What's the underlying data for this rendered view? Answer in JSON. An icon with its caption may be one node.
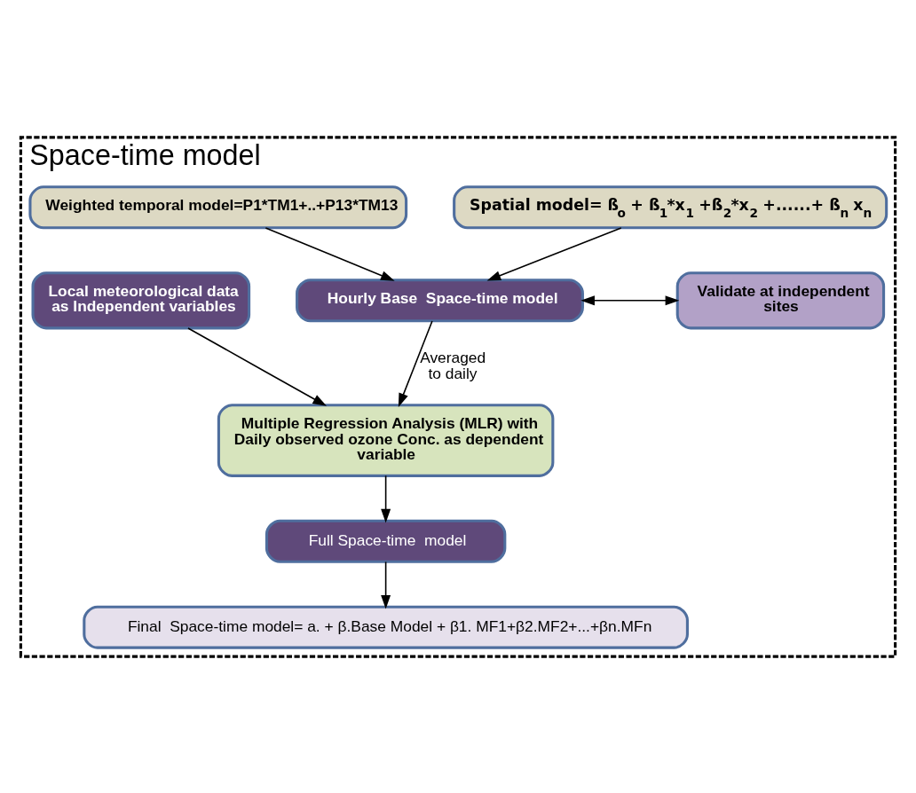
{
  "diagram": {
    "nodes": [
      {
        "text": [
          "Space-time model"
        ]
      },
      {
        "text": [
          "Spatial model= ß$_{o}$ + ß$_{1}$*x$_{1}$ +ß$_{2}$*x$_{2}$ +......+ ß$_{n}$ x$_{n}$"
        ],
        "in": 0
      },
      {
        "text": [
          "Weighted temporal model=P1*TM1+..+P13*TM13"
        ],
        "in": 0
      },
      {
        "text": [
          "Hourly Base  Space-time model"
        ],
        "in": 0
      },
      {
        "text": [
          "Validate at independent sites"
        ],
        "in": 0
      },
      {
        "text": [
          "Local meteorological data as Independent variables"
        ],
        "in": 0
      },
      {
        "text": [
          "Multiple Regression Analysis (MLR) with Daily observed ozone Conc. as dependent  variable"
        ],
        "in": 0
      },
      {
        "text": [
          "Full Space-time  model"
        ],
        "in": 0
      },
      {
        "text": [
          "Final  Space-time model= a. + β.Base Model + β1. MF1+β2.MF2+...+βn.MFn"
        ],
        "in": 0
      }
    ],
    "edges": [
      {
        "from": 1,
        "to": 3,
        "arrow": "to"
      },
      {
        "from": 2,
        "to": 3,
        "arrow": "to"
      },
      {
        "from": 3,
        "to": 4,
        "arrow": "both"
      },
      {
        "from": 3,
        "to": 6,
        "arrow": "to",
        "label": "Averaged to daily"
      },
      {
        "from": 5,
        "to": 6,
        "arrow": "to"
      },
      {
        "from": 6,
        "to": 7,
        "arrow": "to"
      },
      {
        "from": 7,
        "to": 8,
        "arrow": "to"
      }
    ]
  }
}
